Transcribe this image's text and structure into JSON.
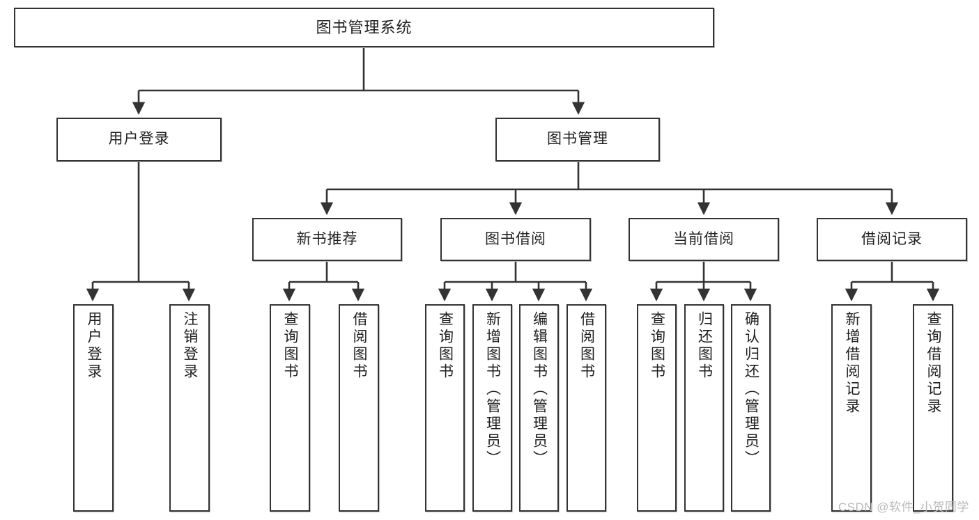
{
  "diagram": {
    "title": "图书管理系统",
    "type": "功能结构图",
    "colors": {
      "box_border": "#333333",
      "box_fill": "#ffffff",
      "connector": "#333333",
      "text": "#1f1f1f",
      "watermark": "#b9b9b9"
    }
  },
  "nodes": {
    "root": {
      "label": "图书管理系统"
    },
    "level1": [
      {
        "id": "user-login",
        "label": "用户登录"
      },
      {
        "id": "book-management",
        "label": "图书管理"
      }
    ],
    "level2": [
      {
        "id": "new-book-recommend",
        "label": "新书推荐"
      },
      {
        "id": "book-borrow",
        "label": "图书借阅"
      },
      {
        "id": "current-borrow",
        "label": "当前借阅"
      },
      {
        "id": "borrow-record",
        "label": "借阅记录"
      }
    ],
    "leaves": {
      "user_login": [
        {
          "id": "leaf-user-login",
          "label": "用户登录"
        },
        {
          "id": "leaf-logout-login",
          "label": "注销登录"
        }
      ],
      "new_book_recommend": [
        {
          "id": "leaf-query-book-1",
          "label": "查询图书"
        },
        {
          "id": "leaf-borrow-book-1",
          "label": "借阅图书"
        }
      ],
      "book_borrow": [
        {
          "id": "leaf-query-book-2",
          "label": "查询图书"
        },
        {
          "id": "leaf-add-book",
          "label": "新增图书（管理员）"
        },
        {
          "id": "leaf-edit-book",
          "label": "编辑图书（管理员）"
        },
        {
          "id": "leaf-borrow-book-2",
          "label": "借阅图书"
        }
      ],
      "current_borrow": [
        {
          "id": "leaf-query-book-3",
          "label": "查询图书"
        },
        {
          "id": "leaf-return-book",
          "label": "归还图书"
        },
        {
          "id": "leaf-confirm-return",
          "label": "确认归还（管理员）"
        }
      ],
      "borrow_record": [
        {
          "id": "leaf-add-borrow-record",
          "label": "新增借阅记录"
        },
        {
          "id": "leaf-query-borrow-record",
          "label": "查询借阅记录"
        }
      ]
    }
  },
  "watermark": {
    "text": "CSDN @软件_小贺同学"
  }
}
